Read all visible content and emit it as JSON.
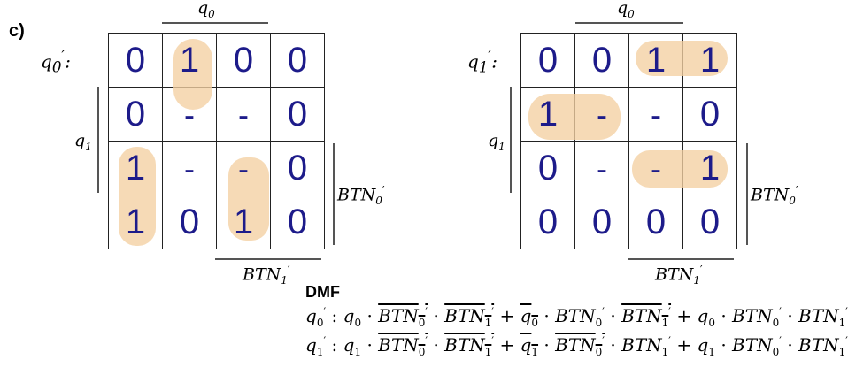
{
  "part_label": "c)",
  "left_map": {
    "name": "q'_0:",
    "top_label": "q_0",
    "left_label": "q_1",
    "right_label": "BTN'_0",
    "bottom_label": "BTN'_1",
    "rows": [
      [
        "0",
        "1",
        "0",
        "0"
      ],
      [
        "0",
        "-",
        "-",
        "0"
      ],
      [
        "1",
        "-",
        "-",
        "0"
      ],
      [
        "1",
        "0",
        "1",
        "0"
      ]
    ]
  },
  "right_map": {
    "name": "q'_1:",
    "top_label": "q_0",
    "left_label": "q_1",
    "right_label": "BTN'_0",
    "bottom_label": "BTN'_1",
    "rows": [
      [
        "0",
        "0",
        "1",
        "1"
      ],
      [
        "1",
        "-",
        "-",
        "0"
      ],
      [
        "0",
        "-",
        "-",
        "1"
      ],
      [
        "0",
        "0",
        "0",
        "0"
      ]
    ]
  },
  "dmf": {
    "title": "DMF",
    "eq1": "q'_0 : q_0 · ¬BTN'_0 · ¬BTN'_1 + ¬q_0 · BTN'_0 · ¬BTN'_1 + q_0 · BTN'_0 · BTN'_1",
    "eq2": "q'_1 : q_1 · ¬BTN'_0 · ¬BTN'_1 + ¬q_1 · ¬BTN'_0 · BTN'_1 + q_1 · BTN'_0 · BTN'_1"
  },
  "colors": {
    "ink": "#1d1b8a",
    "highlight": "#f4d0a2"
  }
}
